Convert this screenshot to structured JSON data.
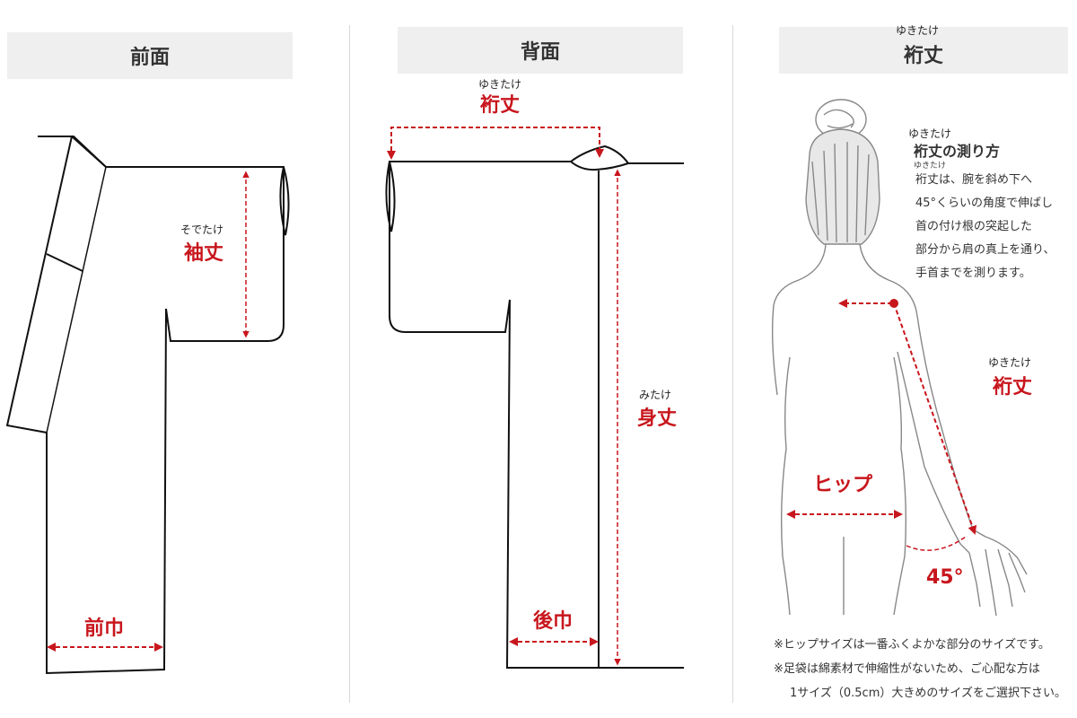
{
  "panels": {
    "front": {
      "title": "前面"
    },
    "back": {
      "title": "背面"
    },
    "yuki": {
      "title": "裄丈",
      "title_ruby": "ゆきたけ"
    }
  },
  "measurements": {
    "sode": {
      "label": "袖丈",
      "ruby": "そでたけ"
    },
    "maehaba": {
      "label": "前巾"
    },
    "yuki_back": {
      "label": "裄丈",
      "ruby": "ゆきたけ"
    },
    "mitake": {
      "label": "身丈",
      "ruby": "みたけ"
    },
    "ushirohaba": {
      "label": "後巾"
    },
    "yuki_body": {
      "label": "裄丈",
      "ruby": "ゆきたけ"
    },
    "hip": {
      "label": "ヒップ"
    },
    "angle": {
      "label": "45°"
    }
  },
  "howto": {
    "title": "裄丈の測り方",
    "title_ruby": "ゆきたけ",
    "line1_ruby": "ゆきたけ",
    "lines": [
      "裄丈は、腕を斜め下へ",
      "45°くらいの角度で伸ばし",
      "首の付け根の突起した",
      "部分から肩の真上を通り、",
      "手首までを測ります。"
    ]
  },
  "notes": [
    "※ヒップサイズは一番ふくよかな部分のサイズです。",
    "※足袋は綿素材で伸縮性がないため、ご心配な方は",
    "1サイズ（0.5cm）大きめのサイズをご選択下さい。"
  ],
  "colors": {
    "accent": "#c8161d",
    "header_bg": "#efefef"
  }
}
